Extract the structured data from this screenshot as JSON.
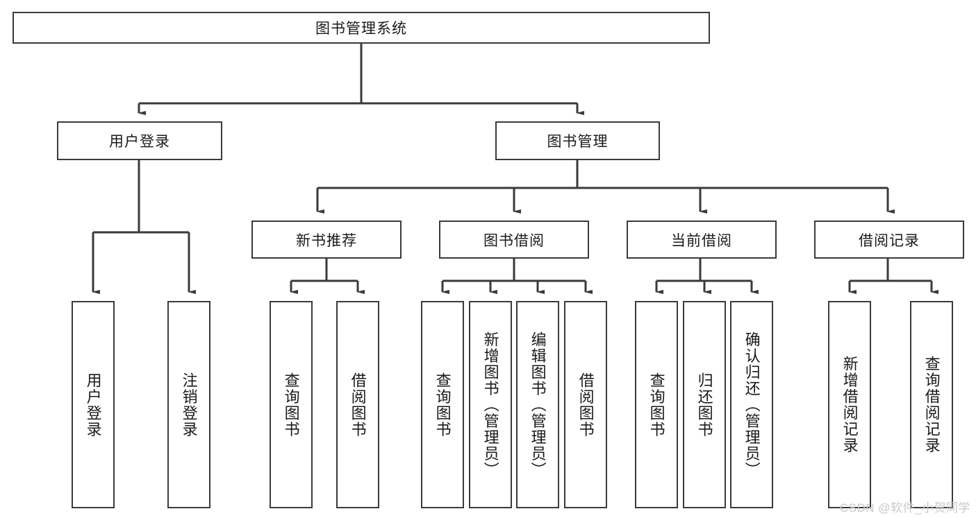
{
  "diagram": {
    "title": "图书管理系统",
    "type": "tree-hierarchy",
    "root": {
      "label": "图书管理系统"
    },
    "level2": [
      {
        "label": "用户登录"
      },
      {
        "label": "图书管理"
      }
    ],
    "level3": [
      {
        "label": "新书推荐"
      },
      {
        "label": "图书借阅"
      },
      {
        "label": "当前借阅"
      },
      {
        "label": "借阅记录"
      }
    ],
    "leaves": {
      "user_login": [
        {
          "label": "用户登录"
        },
        {
          "label": "注销登录"
        }
      ],
      "new_book_recommend": [
        {
          "label": "查询图书"
        },
        {
          "label": "借阅图书"
        }
      ],
      "book_borrow": [
        {
          "label": "查询图书"
        },
        {
          "label": "新增图书（管理员）"
        },
        {
          "label": "编辑图书（管理员）"
        },
        {
          "label": "借阅图书"
        }
      ],
      "current_borrow": [
        {
          "label": "查询图书"
        },
        {
          "label": "归还图书"
        },
        {
          "label": "确认归还（管理员）"
        }
      ],
      "borrow_record": [
        {
          "label": "新增借阅记录"
        },
        {
          "label": "查询借阅记录"
        }
      ]
    },
    "watermark": "CSDN @软件_小贺同学",
    "colors": {
      "border": "#3a3a3a",
      "text": "#1a1a1a",
      "background": "#ffffff",
      "watermark": "#c9c9c9"
    }
  }
}
